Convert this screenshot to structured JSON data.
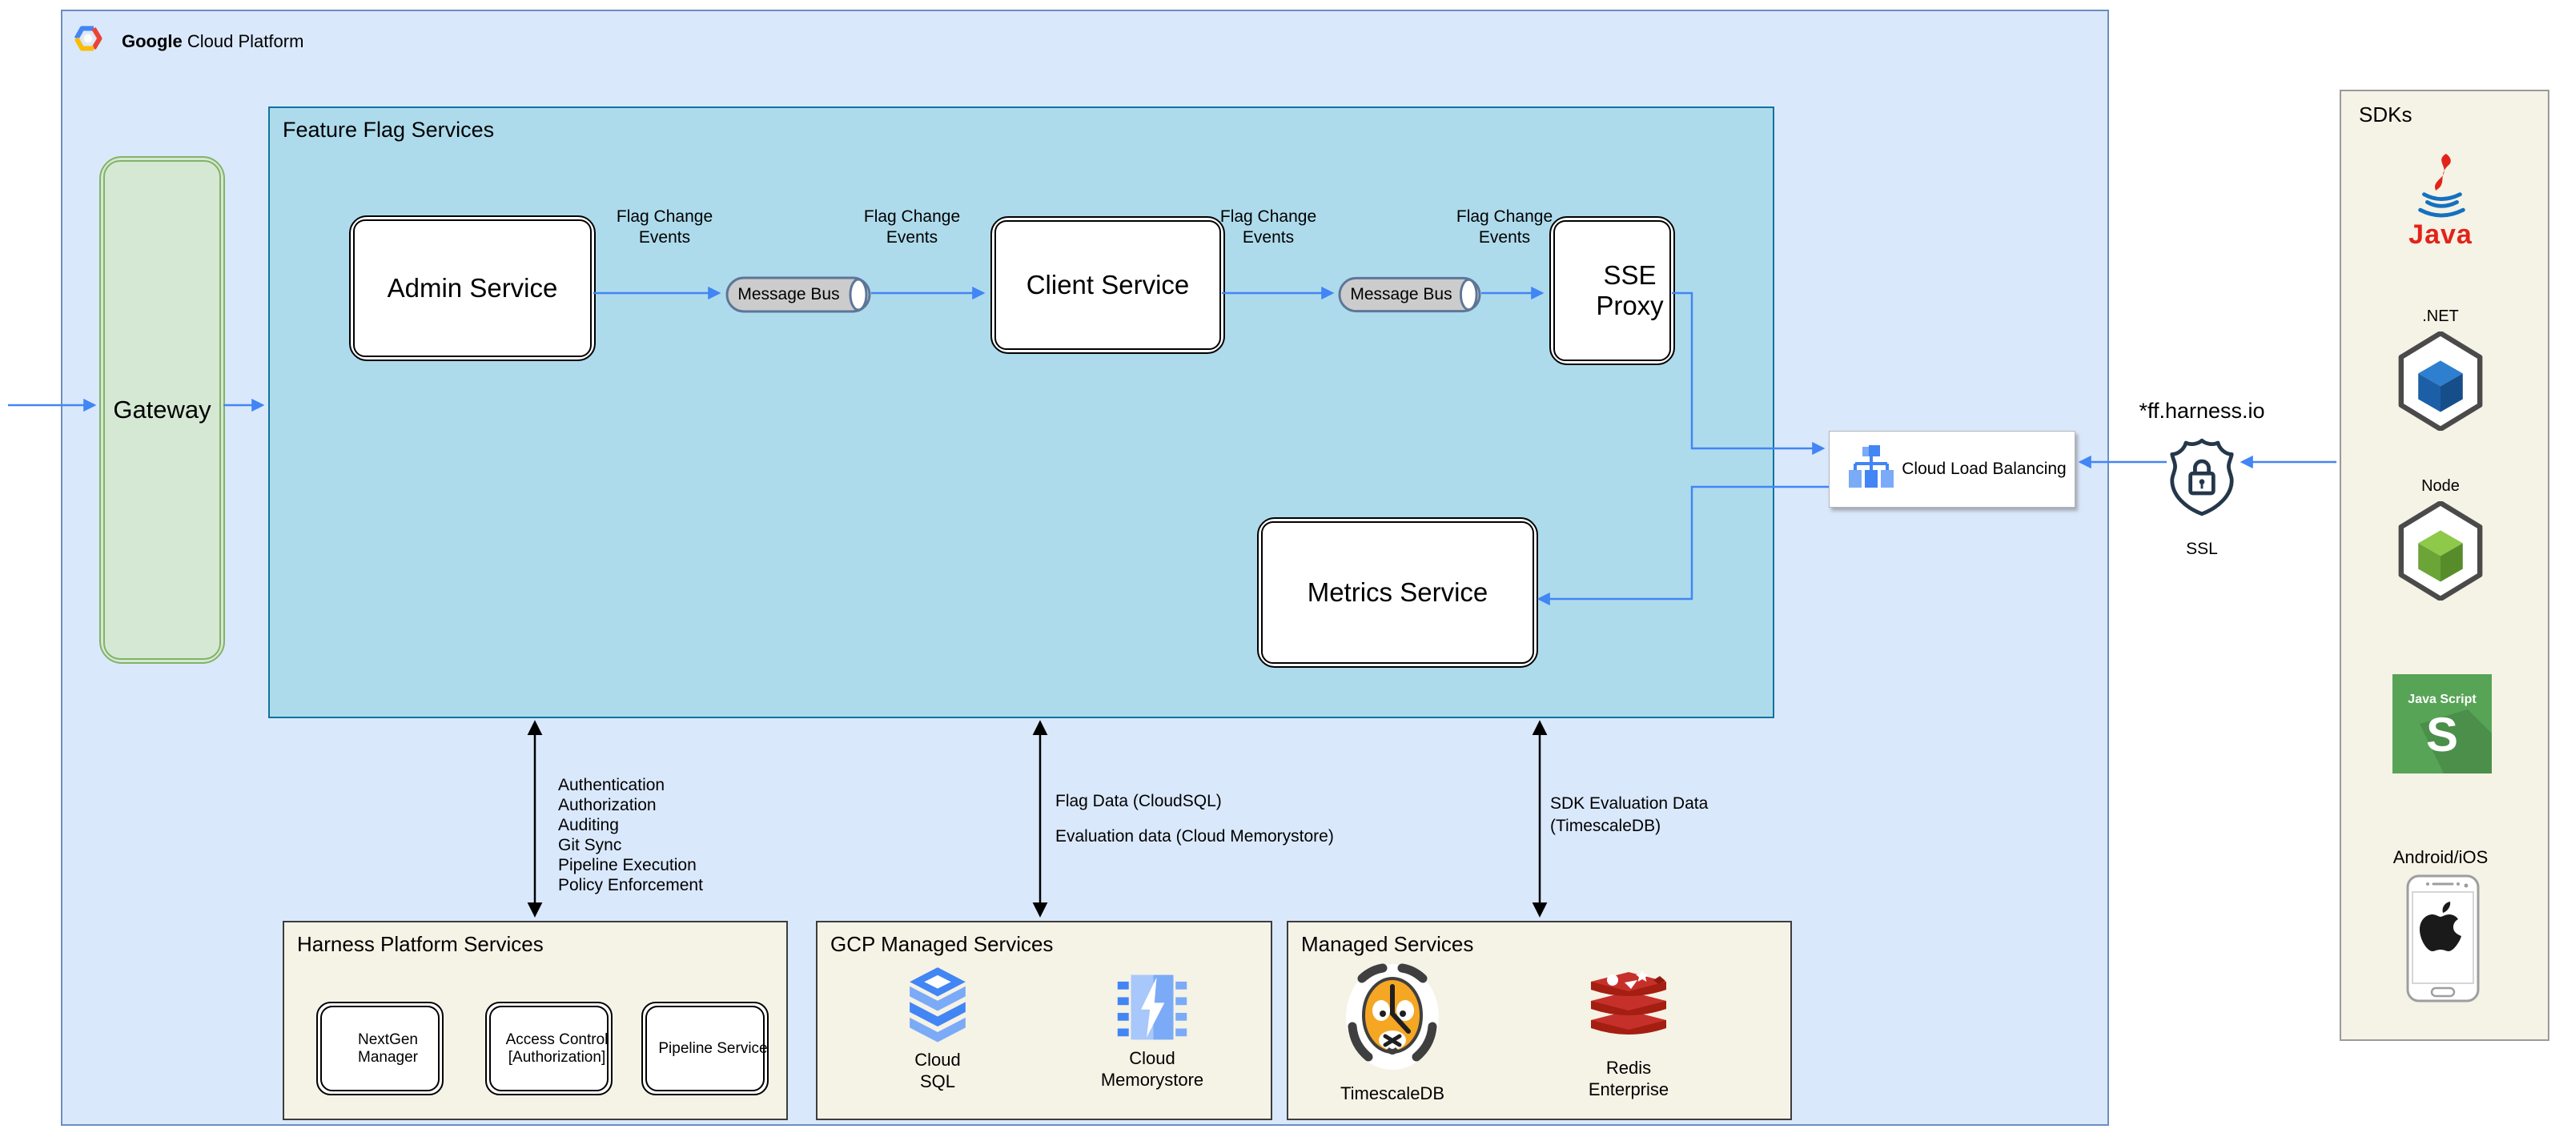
{
  "colors": {
    "gcp_box_fill": "#dae8fc",
    "gcp_box_border": "#6c8ebf",
    "ffs_fill": "#aedbec",
    "ffs_border": "#10739e",
    "gateway_fill": "#d5e8d4",
    "gateway_border": "#82b366",
    "panel_fill": "#f5f2e6",
    "arrow_blue": "#4285f4",
    "arrow_black": "#000000",
    "gcp_icon_blue": "#4285f4",
    "gcp_icon_light_blue": "#7baaf7",
    "redis_red": "#c6302b",
    "java_red": "#e2231a",
    "js_green": "#57a457",
    "tiger_orange": "#f5a623"
  },
  "header": {
    "brand_bold": "Google",
    "brand_rest": "Cloud Platform"
  },
  "gateway": {
    "label": "Gateway"
  },
  "feature_flag_services": {
    "title": "Feature Flag Services",
    "admin_service": "Admin Service",
    "client_service": "Client Service",
    "sse_proxy": "SSE Proxy",
    "metrics_service": "Metrics Service",
    "message_bus_label": "Message Bus",
    "flag_change_events": "Flag Change Events"
  },
  "load_balancer": {
    "label": "Cloud Load Balancing"
  },
  "ssl": {
    "domain": "*ff.harness.io",
    "label": "SSL"
  },
  "sdks": {
    "title": "SDKs",
    "java_label": "Java",
    "dotnet_label": ".NET",
    "node_label": "Node",
    "js_title": "Java Script",
    "js_letter": "S",
    "android_ios_label": "Android/iOS"
  },
  "annotations": {
    "harness_items": [
      "Authentication",
      "Authorization",
      "Auditing",
      "Git Sync",
      "Pipeline Execution",
      "Policy Enforcement"
    ],
    "flag_data": "Flag Data (CloudSQL)",
    "evaluation_data": "Evaluation data (Cloud Memorystore)",
    "sdk_evaluation_data": "SDK Evaluation Data (TimescaleDB)"
  },
  "harness_platform": {
    "title": "Harness Platform Services",
    "boxes": [
      "NextGen Manager",
      "Access Control [Authorization]",
      "Pipeline Service"
    ]
  },
  "gcp_managed": {
    "title": "GCP Managed Services",
    "cloud_sql": "Cloud SQL",
    "cloud_memorystore": "Cloud Memorystore"
  },
  "managed": {
    "title": "Managed Services",
    "timescaledb": "TimescaleDB",
    "redis": "Redis Enterprise"
  }
}
